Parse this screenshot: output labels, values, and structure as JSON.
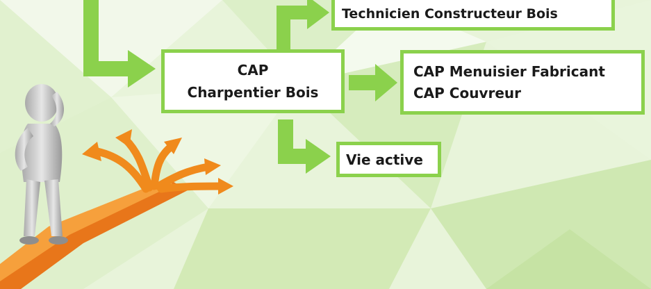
{
  "colors": {
    "accent_green": "#8bd14c",
    "arrow_orange": "#f08a1c",
    "figure_gray": "#cfcfcf"
  },
  "boxes": {
    "technicien": "Technicien Constructeur Bois",
    "cap_line1": "CAP",
    "cap_line2": "Charpentier Bois",
    "menuisier": "CAP Menuisier Fabricant",
    "couvreur": "CAP Couvreur",
    "vie_active": "Vie active"
  },
  "icons": [
    "thinking-person-icon",
    "orange-crossroads-arrows-icon"
  ]
}
